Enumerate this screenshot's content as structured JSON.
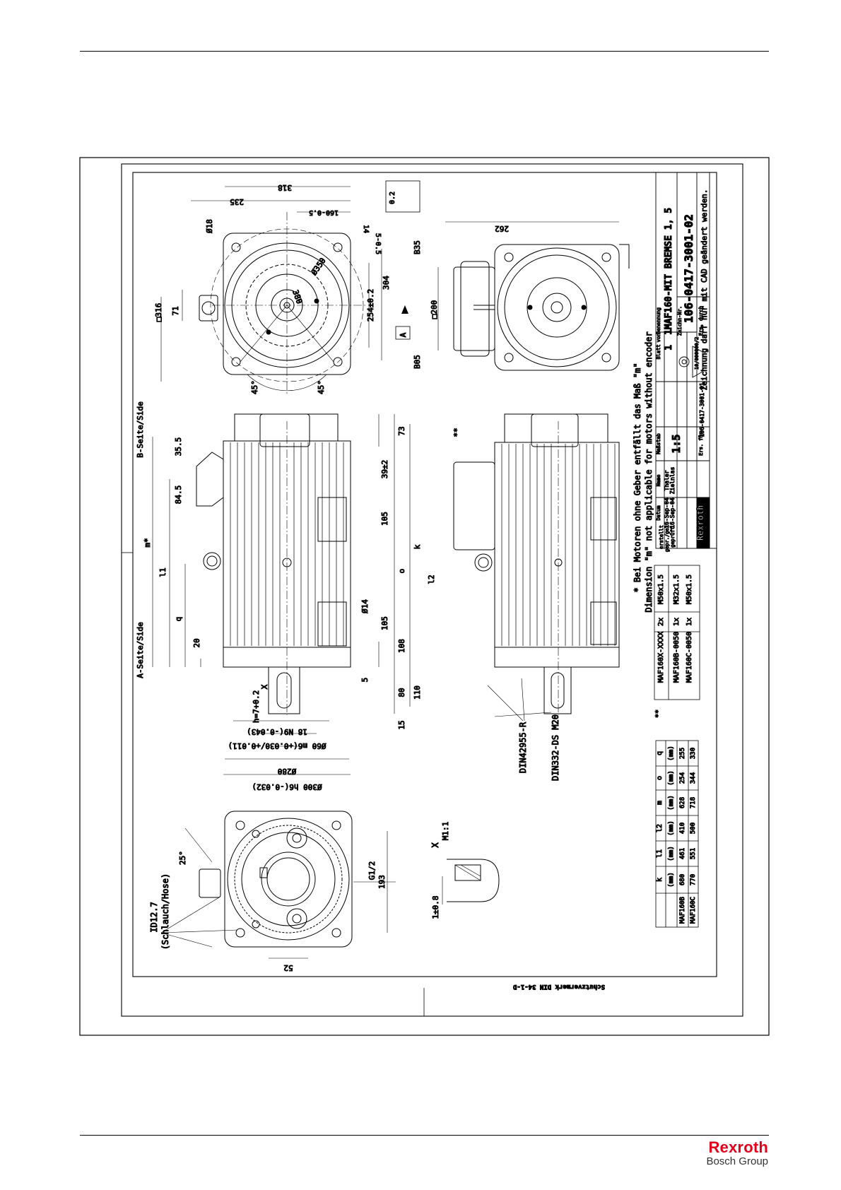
{
  "page": {
    "brand_name": "Rexroth",
    "brand_sub": "Bosch Group",
    "brand_color": "#e2001a"
  },
  "title_block": {
    "designation": "MAF160-MIT BREMSE 1, 5",
    "drawing_no": "106-0417-3001-02",
    "scale": "1:5",
    "sheet": "1",
    "sheets": "1",
    "date_drawn": "16-Sep-04",
    "name_drawn": "Thaler",
    "date_checked": "16-Sep-04",
    "name_checked": "Zielnlas",
    "replaced_for": "106-0417-3001-01",
    "logo_name": "Rexroth",
    "logo_sub": "Bosch Group",
    "cad_note": "Zeichnung darf nur mit CAD geändert werden.",
    "hdr_bezeichnung": "Benennung",
    "hdr_zeichnr": "Zeichn-Nr.",
    "hdr_blatt": "Blatt",
    "hdr_von": "von",
    "hdr_massstab": "Maßstab",
    "hdr_datum": "Datum",
    "hdr_name": "Name",
    "hdr_ers_durch": "Ers. durch",
    "hdr_ers_fuer": "Ers. für",
    "row_erstellt": "erstellt",
    "row_gepr": "gepr./gez.",
    "row_geprueft": "geprüft",
    "small_code": "10/000000/2"
  },
  "notes": {
    "footnote_star": "* Bei Motoren ohne Geber entfällt das Maß \"m\"",
    "footnote_star_en": "Dimension \"m\" not applicable for motors without encoder",
    "protection_note": "Schutzvermerk DIN 34-1-D",
    "side_a": "A-Seite/Side",
    "side_b": "B-Seite/Side",
    "hose": "ID12.7",
    "hose2": "(Schlauch/Hose)",
    "din_1": "DIN42955-R",
    "din_2": "DIN332-DS M20",
    "detail": "X",
    "detail_scale": "M1:1",
    "tol_18": "1±0.8",
    "view_b35": "B35",
    "view_b05": "B05",
    "datum_a": "A",
    "runout": "0.2",
    "star2": "**"
  },
  "dimensions": {
    "d318": "318",
    "d235": "235",
    "d160": "160-0.5",
    "d14": "14",
    "d5": "5-0.5",
    "d18": "Ø18",
    "d316": "□316",
    "d71": "71",
    "d350": "Ø350",
    "d380": "380",
    "d254": "254±0.2",
    "d304": "304",
    "d45a": "45°",
    "d45b": "45°",
    "d262": "262",
    "d200": "□200",
    "d355": "35.5",
    "d845": "84.5",
    "dm": "m*",
    "dl1": "l1",
    "dq": "q",
    "d20": "20",
    "d73": "73",
    "d392": "39±2",
    "d105a": "105",
    "dk": "k",
    "do": "o",
    "dl2": "l2",
    "d14b": "Ø14",
    "d105b": "105",
    "d108": "108",
    "d5b": "5",
    "d80": "80",
    "d110": "110",
    "d15": "15",
    "dh": "h=7+0.2",
    "dx": "X",
    "d18n9": "18 N9(-0.043)",
    "d60m6": "Ø60 m6(+0.030/+0.011)",
    "d280": "Ø280",
    "d300h6": "Ø300 h6(-0.032)",
    "d25": "25°",
    "d193": "193",
    "d52": "52",
    "dg12": "G1/2"
  },
  "dim_table": {
    "headers": [
      "",
      "k",
      "l1",
      "l2",
      "m",
      "o",
      "q"
    ],
    "units": [
      "",
      "(mm)",
      "(mm)",
      "(mm)",
      "(mm)",
      "(mm)",
      "(mm)"
    ],
    "rows": [
      [
        "MAF160B",
        "680",
        "461",
        "410",
        "628",
        "254",
        "255"
      ],
      [
        "MAF160C",
        "770",
        "551",
        "500",
        "718",
        "344",
        "330"
      ]
    ]
  },
  "thread_table": {
    "rows": [
      [
        "MAF160X-XXXX",
        "2x",
        "M50x1.5"
      ],
      [
        "MAF160B-0050",
        "1x",
        "M32x1.5"
      ],
      [
        "MAF160C-0050",
        "1x",
        "M50x1.5"
      ]
    ]
  }
}
